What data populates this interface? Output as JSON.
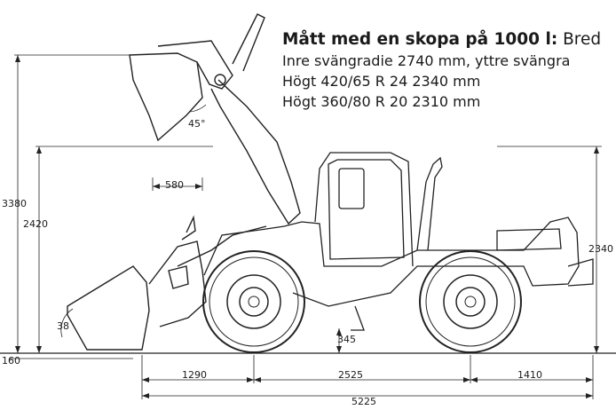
{
  "specs": {
    "title_bold": "Mått med en skopa på 1000 l:",
    "title_rest": " Bred",
    "lines": [
      "Inre svängradie 2740 mm, yttre svängra",
      "Högt 420/65 R 24 2340 mm",
      "Högt 360/80 R 20 2310 mm"
    ]
  },
  "dimensions": {
    "raised_height": "3380",
    "pin_height": "2420",
    "reach": "580",
    "dump_angle": "45°",
    "cab_height": "2340",
    "ground_clearance": "345",
    "rollback_angle": "38",
    "dig_depth": "160",
    "front_overhang": "1290",
    "wheelbase": "2525",
    "rear_overhang": "1410",
    "total_length": "5225"
  }
}
